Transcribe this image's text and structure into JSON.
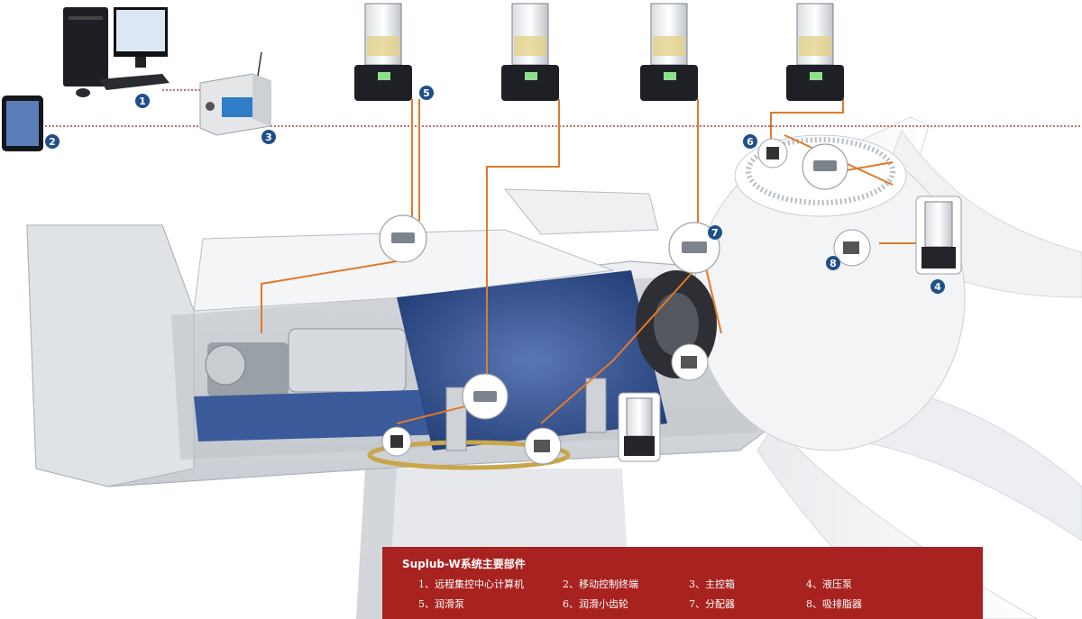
{
  "legend": {
    "title": "Suplub-W系统主要部件",
    "items": [
      {
        "num": "1",
        "label": "1、远程集控中心计算机"
      },
      {
        "num": "2",
        "label": "2、移动控制终端"
      },
      {
        "num": "3",
        "label": "3、主控箱"
      },
      {
        "num": "4",
        "label": "4、液压泵"
      },
      {
        "num": "5",
        "label": "5、润滑泵"
      },
      {
        "num": "6",
        "label": "6、润滑小齿轮"
      },
      {
        "num": "7",
        "label": "7、分配器"
      },
      {
        "num": "8",
        "label": "8、吸排脂器"
      }
    ]
  },
  "badges": [
    "1",
    "2",
    "3",
    "4",
    "5",
    "6",
    "7",
    "8"
  ],
  "colors": {
    "badge": "#1f4f8a",
    "signal_line": "#9b1c1c",
    "grease_line": "#e07a2a",
    "legend_bg": "#a8221f",
    "gearbox_blue": "#3a5a9a"
  },
  "icons": [
    "desktop-computer-icon",
    "tablet-icon",
    "control-box-icon",
    "lubrication-pump-icon",
    "distributor-icon",
    "hydraulic-pump-icon",
    "grease-collector-icon",
    "lubrication-pinion-icon"
  ]
}
